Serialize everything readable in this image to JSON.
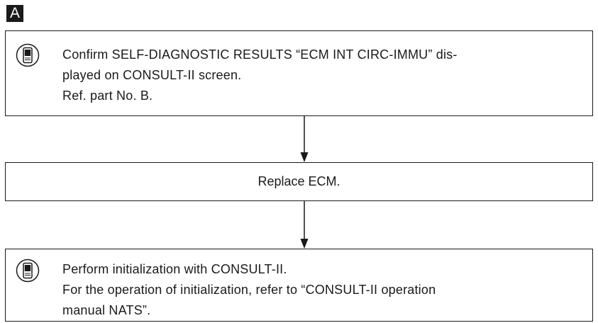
{
  "step_label": "A",
  "steps": [
    {
      "icon": "consult-tester-icon",
      "lines": [
        "Confirm SELF-DIAGNOSTIC RESULTS “ECM INT CIRC-IMMU” dis-",
        "played on CONSULT-II screen.",
        "Ref. part No. B."
      ]
    },
    {
      "text": "Replace ECM."
    },
    {
      "icon": "consult-tester-icon",
      "lines": [
        "Perform initialization with CONSULT-II.",
        "For the operation of initialization, refer to “CONSULT-II operation",
        "manual NATS”."
      ]
    }
  ]
}
